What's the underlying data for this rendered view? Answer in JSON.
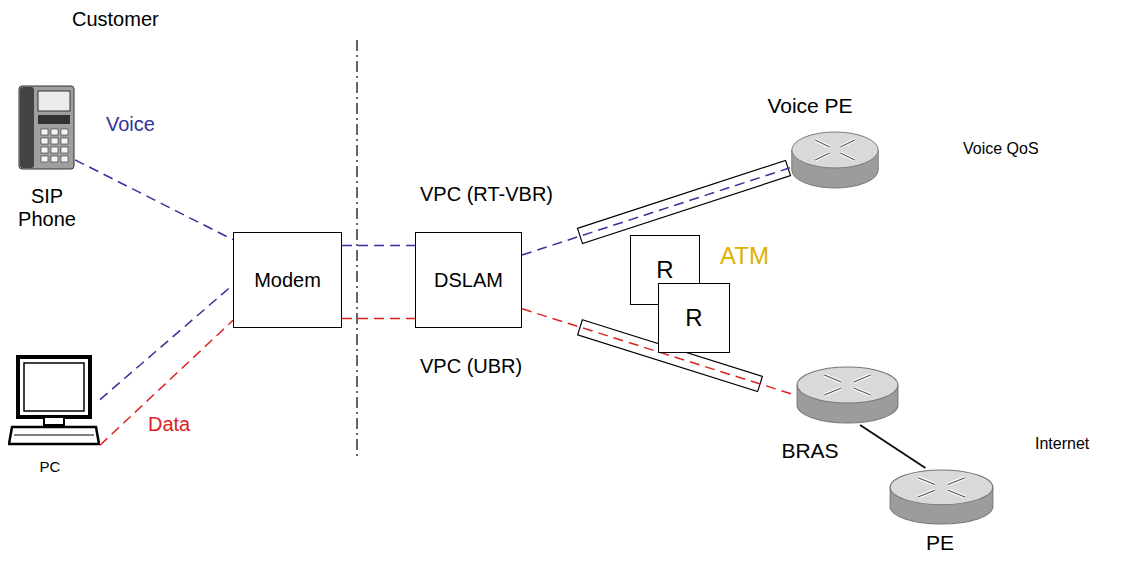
{
  "diagram": {
    "nodes": [
      {
        "text": [
          "SIP Phone"
        ]
      },
      {
        "text": [
          "PC"
        ]
      },
      {
        "text": [
          "Modem"
        ]
      },
      {
        "text": [
          "DSLAM"
        ]
      },
      {
        "text": [
          "ATM"
        ]
      },
      {
        "text": [
          "R"
        ],
        "in": 4
      },
      {
        "text": [
          "R"
        ],
        "in": 4
      },
      {
        "text": [
          "Voice PE"
        ]
      },
      {
        "text": [
          "Voice QoS"
        ]
      },
      {
        "text": [
          "BRAS"
        ]
      },
      {
        "text": [
          "PE"
        ]
      },
      {
        "text": [
          "Internet"
        ]
      }
    ],
    "edges": [
      {
        "from": 0,
        "to": 2,
        "arrow": "none",
        "label": "Voice"
      },
      {
        "from": 1,
        "to": 2,
        "arrow": "none"
      },
      {
        "from": 1,
        "to": 2,
        "arrow": "none",
        "label": "Data"
      },
      {
        "from": 2,
        "to": 3,
        "arrow": "none"
      },
      {
        "from": 2,
        "to": 3,
        "arrow": "none"
      },
      {
        "from": 3,
        "to": 7,
        "arrow": "none"
      },
      {
        "from": 3,
        "to": 9,
        "arrow": "none"
      },
      {
        "from": 9,
        "to": 10,
        "arrow": "none"
      }
    ],
    "labels": [
      "Customer",
      "VPC (RT-VBR)",
      "VPC (UBR)"
    ]
  }
}
